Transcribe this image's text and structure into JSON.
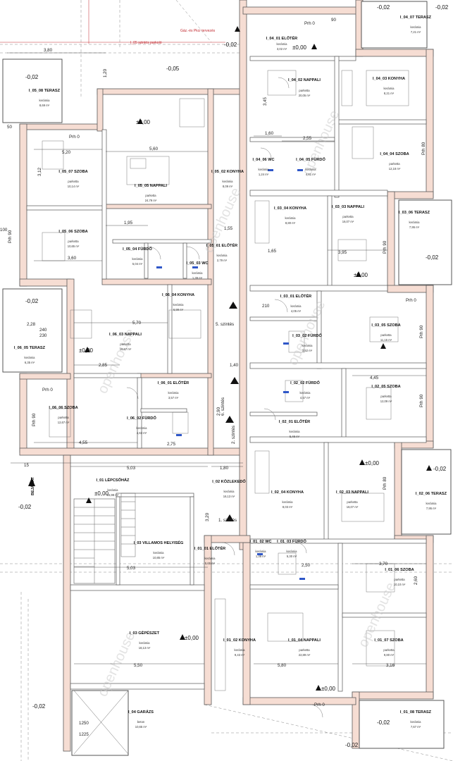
{
  "levels": {
    "l1": "-0,02",
    "l2": "-0,02",
    "l3": "±0,00",
    "l4": "-0,05",
    "l5": "±0,00",
    "l6": "±0,00",
    "l7": "-0,02",
    "l8": "-0,02",
    "l9": "±0,00",
    "l10": "-0,02",
    "l11": "±0,00",
    "l12": "-0,02",
    "l13": "±0,00",
    "l14": "-0,02",
    "l15": "±0,00",
    "l16": "±0,00",
    "l17": "-0,02",
    "l18": "-0,02",
    "l19": "-0,02",
    "l20": "-0,02"
  },
  "rooms": {
    "r104_01": {
      "name": "I_04_01 ELŐTÉR",
      "sub": "kerámia",
      "area": "3,02 m²"
    },
    "r104_07": {
      "name": "I_04_07 TERASZ",
      "sub": "kerámia",
      "area": "7,21 m²"
    },
    "r104_02": {
      "name": "I_04_02 NAPPALI",
      "sub": "parketta",
      "area": "20,05 m²"
    },
    "r104_03": {
      "name": "I_04_03 KONYHA",
      "sub": "kerámia",
      "area": "8,21 m²"
    },
    "r104_04": {
      "name": "I_04_04 SZOBA",
      "sub": "parketta",
      "area": "12,18 m²"
    },
    "r104_06": {
      "name": "I_04_06 WC",
      "sub": "kerámia",
      "area": "1,24 m²"
    },
    "r104_05": {
      "name": "I_04_05 FÜRDŐ",
      "sub": "kerámia",
      "area": "4,61 m²"
    },
    "r105_08": {
      "name": "I_05_08 TERASZ",
      "sub": "kerámia",
      "area": "8,69 m²"
    },
    "r105_07": {
      "name": "I_05_07 SZOBA",
      "sub": "parketta",
      "area": "10,14 m²"
    },
    "r105_05": {
      "name": "I_05_05 NAPPALI",
      "sub": "parketta",
      "area": "24,79 m²"
    },
    "r105_02": {
      "name": "I_05_02 KONYHA",
      "sub": "kerámia",
      "area": "8,09 m²"
    },
    "r105_06": {
      "name": "I_05_06 SZOBA",
      "sub": "parketta",
      "area": "10,65 m²"
    },
    "r105_04": {
      "name": "I_05_04 FÜRDŐ",
      "sub": "kerámia",
      "area": "5,04 m²"
    },
    "r105_03": {
      "name": "I_05_03 WC",
      "sub": "kerámia",
      "area": "1,39 m²"
    },
    "r105_01": {
      "name": "I_05_01 ELŐTÉR",
      "sub": "kerámia",
      "area": "2,79 m²"
    },
    "r103_04": {
      "name": "I_03_04 KONYHA",
      "sub": "kerámia",
      "area": "8,80 m²"
    },
    "r103_03": {
      "name": "I_03_03 NAPPALI",
      "sub": "parketta",
      "area": "16,07 m²"
    },
    "r103_06": {
      "name": "I_03_06 TERASZ",
      "sub": "kerámia",
      "area": "7,95 m²"
    },
    "r106_04": {
      "name": "I_06_04 KONYHA",
      "sub": "kerámia",
      "area": "6,99 m²"
    },
    "r103_01": {
      "name": "I_03_01 ELŐTÉR",
      "sub": "kerámia",
      "area": "4,05 m²"
    },
    "r103_05": {
      "name": "I_03_05 SZOBA",
      "sub": "parketta",
      "area": "11,15 m²"
    },
    "r106_03": {
      "name": "I_06_03 NAPPALI",
      "sub": "parketta",
      "area": "16,67 m²"
    },
    "r103_02": {
      "name": "I_03_02 FÜRDŐ",
      "sub": "kerámia",
      "area": "3,52 m²"
    },
    "r106_05": {
      "name": "I_06_05 TERASZ",
      "sub": "kerámia",
      "area": "6,35 m²"
    },
    "r106_01": {
      "name": "I_06_01 ELŐTÉR",
      "sub": "kerámia",
      "area": "3,57 m²"
    },
    "r102_02": {
      "name": "I_02_02 FÜRDŐ",
      "sub": "kerámia",
      "area": "4,57 m²"
    },
    "r102_05": {
      "name": "I_02_05 SZOBA",
      "sub": "parketta",
      "area": "12,09 m²"
    },
    "r106_06": {
      "name": "I_06_06 SZOBA",
      "sub": "parketta",
      "area": "12,67 m²"
    },
    "r106_02": {
      "name": "I_06_02 FÜRDŐ",
      "sub": "kerámia",
      "area": "4,63 m²"
    },
    "r102_01": {
      "name": "I_02_01 ELŐTÉR",
      "sub": "kerámia",
      "area": "5,46 m²"
    },
    "r1_01": {
      "name": "I_01 LÉPCSŐHÁZ",
      "sub": "kerámia",
      "area": "15,98 m²"
    },
    "r1_02": {
      "name": "I_02 KÖZLEKEDŐ",
      "sub": "kerámia",
      "area": "16,13 m²"
    },
    "r102_04": {
      "name": "I_02_04 KONYHA",
      "sub": "kerámia",
      "area": "8,03 m²"
    },
    "r102_03": {
      "name": "I_02_03 NAPPALI",
      "sub": "parketta",
      "area": "16,07 m²"
    },
    "r102_06": {
      "name": "I_02_06 TERASZ",
      "sub": "kerámia",
      "area": "7,95 m²"
    },
    "r1_03": {
      "name": "I_03 VILLAMOS HELYISÉG",
      "sub": "kerámia",
      "area": "10,85 m²"
    },
    "r101_01": {
      "name": "I_01_01 ELŐTÉR",
      "sub": "kerámia",
      "area": "5,65 m²"
    },
    "r101_02": {
      "name": "I_01_02 WC",
      "sub": "kerámia",
      "area": "1,36 m²"
    },
    "r101_03": {
      "name": "I_01_03 FÜRDŐ",
      "sub": "kerámia",
      "area": "5,30 m²"
    },
    "r101_06": {
      "name": "I_01_06 SZOBA",
      "sub": "parketta",
      "area": "10,10 m²"
    },
    "r1_03b": {
      "name": "I_03 GÉPÉSZET",
      "sub": "kerámia",
      "area": "18,13 m²"
    },
    "r101_02b": {
      "name": "I_01_02 KONYHA",
      "sub": "kerámia",
      "area": "9,43 m²"
    },
    "r101_04": {
      "name": "I_01_04 NAPPALI",
      "sub": "parketta",
      "area": "22,89 m²"
    },
    "r101_07": {
      "name": "I_01_07 SZOBA",
      "sub": "parketta",
      "area": "9,80 m²"
    },
    "r1_04": {
      "name": "I_04 GARÁZS",
      "sub": "beton",
      "area": "10,65 m²"
    },
    "r101_08": {
      "name": "I_01_08 TERASZ",
      "sub": "kerámia",
      "area": "7,67 m²"
    }
  },
  "labels": {
    "bejarat": "BEJÁRAT",
    "szint5": "5. szintés",
    "szint6": "6. szintés",
    "szint2": "2. szintés",
    "szint1": "1. szintés",
    "redtop": "I_05 szintés parkoló",
    "redmid": "Gáz.-és Pkcr tervezés"
  },
  "watermarks": {
    "w1": "openhouse",
    "w2": "openhouse",
    "w3": "openhouse",
    "w4": "openhouse",
    "w5": "openhouse",
    "w6": "openhouse"
  },
  "dims": {
    "d380": "3,80",
    "d520": "5,20",
    "d560": "5,60",
    "d195": "1,95",
    "d360": "3,60",
    "d155": "1,55",
    "d160": "1,60",
    "d255": "2,55",
    "d345": "3,45",
    "d395": "3,95",
    "d165": "1,65",
    "d228": "2,28",
    "d570": "5,70",
    "d285": "2,85",
    "d445": "4,45",
    "d503": "5,03",
    "d455": "4,55",
    "d180": "1,80",
    "d503b": "5,03",
    "d550": "5,50",
    "d580": "5,80",
    "d370": "3,70",
    "d316": "3,16",
    "d312": "3,12",
    "d275": "2,75",
    "d290": "2,90",
    "d140": "1,40",
    "d250": "2,50",
    "d210": "210",
    "d100": "100",
    "d90": "90",
    "d240": "240",
    "d230": "230",
    "d260": "2,60",
    "d50": "50",
    "d15": "15",
    "d120": "1,20",
    "d1225": "1225",
    "d1250": "1250",
    "d320": "3,20"
  },
  "pr": {
    "p1": "Prh 0",
    "p2": "Prh 0",
    "p3": "Prh 90",
    "p4": "Prh 80",
    "p5": "Prh 90",
    "p6": "Prh 0",
    "p7": "Prh 0",
    "p8": "Prh 90",
    "p9": "Prh 90",
    "p10": "Prh 0",
    "p11": "Prh 90",
    "p12": "Prh 80"
  }
}
